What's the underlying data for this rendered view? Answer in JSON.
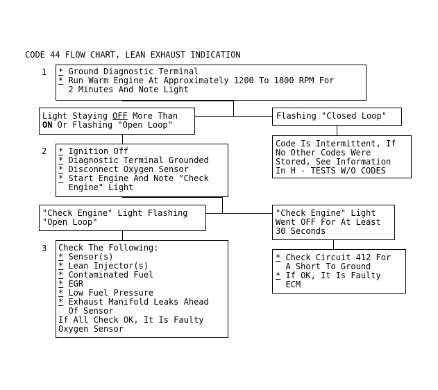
{
  "title": "CODE 44 FLOW CHART, LEAN EXHAUST INDICATION",
  "steps": {
    "s1": "1",
    "s2": "2",
    "s3": "3"
  },
  "box1": {
    "lines": [
      {
        "mark": "*",
        "text": " Ground Diagnostic Terminal"
      },
      {
        "mark": "*",
        "text": " Run Warm Engine At Approximately 1200 To 1800 RPM For"
      },
      {
        "mark": "",
        "text": "  2 Minutes And Note Light"
      }
    ]
  },
  "box_light_staying": {
    "l1_pre": "Light Staying ",
    "l1_off": "OFF",
    "l1_post": " More Than",
    "l2_on": "ON",
    "l2_post": " Or Flashing \"Open Loop\""
  },
  "box_flashing_closed": {
    "text": "Flashing \"Closed Loop\""
  },
  "box_intermittent": {
    "lines": [
      "Code Is Intermittent, If",
      "No Other Codes Were",
      "Stored, See Information",
      "In H - TESTS W/O CODES"
    ]
  },
  "box2": {
    "lines": [
      {
        "mark": "*",
        "text": " Ignition Off"
      },
      {
        "mark": "*",
        "text": " Diagnostic Terminal Grounded"
      },
      {
        "mark": "*",
        "text": " Disconnect Oxygen Sensor"
      },
      {
        "mark": "*",
        "text": " Start Engine And Note \"Check"
      },
      {
        "mark": "",
        "text": "  Engine\" Light"
      }
    ]
  },
  "box_open_loop": {
    "lines": [
      "\"Check Engine\" Light Flashing",
      "\"Open Loop\""
    ]
  },
  "box_went_off": {
    "lines": [
      "\"Check Engine\" Light",
      "Went OFF For At Least",
      "30 Seconds"
    ]
  },
  "box3": {
    "lines": [
      {
        "mark": "",
        "text": "Check The Following:"
      },
      {
        "mark": "*",
        "text": " Sensor(s)"
      },
      {
        "mark": "*",
        "text": " Lean Injector(s)"
      },
      {
        "mark": "*",
        "text": " Contaminated Fuel"
      },
      {
        "mark": "*",
        "text": " EGR"
      },
      {
        "mark": "*",
        "text": " Low Fuel Pressure"
      },
      {
        "mark": "*",
        "text": " Exhaust Manifold Leaks Ahead"
      },
      {
        "mark": "",
        "text": "  Of Sensor"
      },
      {
        "mark": "",
        "text": "If All Check OK, It Is Faulty"
      },
      {
        "mark": "",
        "text": "Oxygen Sensor"
      }
    ]
  },
  "box_circuit": {
    "lines": [
      {
        "mark": "*",
        "text": " Check Circuit 412 For"
      },
      {
        "mark": "",
        "text": "  A Short To Ground"
      },
      {
        "mark": "*",
        "text": " If OK, It Is Faulty"
      },
      {
        "mark": "",
        "text": "  ECM"
      }
    ]
  }
}
